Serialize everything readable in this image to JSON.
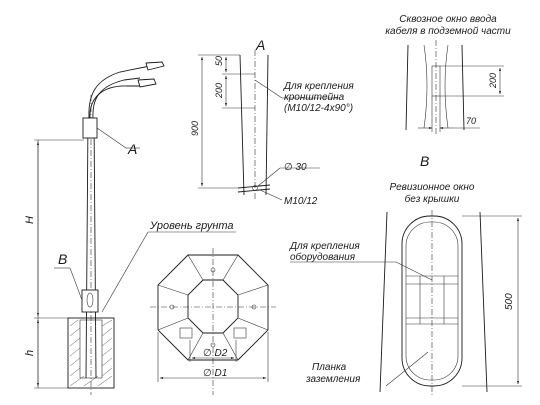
{
  "labels": {
    "view_a_callout": "A",
    "view_b_callout": "B",
    "height_h_upper": "H",
    "height_h_lower": "h",
    "ground_level": "Уровень грунта",
    "view_a_title": "A",
    "dim_50": "50",
    "dim_200_a": "200",
    "dim_900": "900",
    "bracket_note_line1": "Для крепления",
    "bracket_note_line2": "кронштейна",
    "bracket_note_line3": "(M10/12-4x90°)",
    "dia_30": "∅ 30",
    "m10_12": "M10/12",
    "cable_title_line1": "Сквозное окно ввода",
    "cable_title_line2": "кабеля в подземной части",
    "dim_200_b": "200",
    "dim_70": "70",
    "view_b_title": "B",
    "revision_title_line1": "Ревизионное окно",
    "revision_title_line2": "без крышки",
    "equipment_note_line1": "Для крепления",
    "equipment_note_line2": "оборудования",
    "dim_500": "500",
    "grounding_line1": "Планка",
    "grounding_line2": "заземления",
    "dia_d2": "∅ D2",
    "dia_d1": "∅ D1"
  }
}
